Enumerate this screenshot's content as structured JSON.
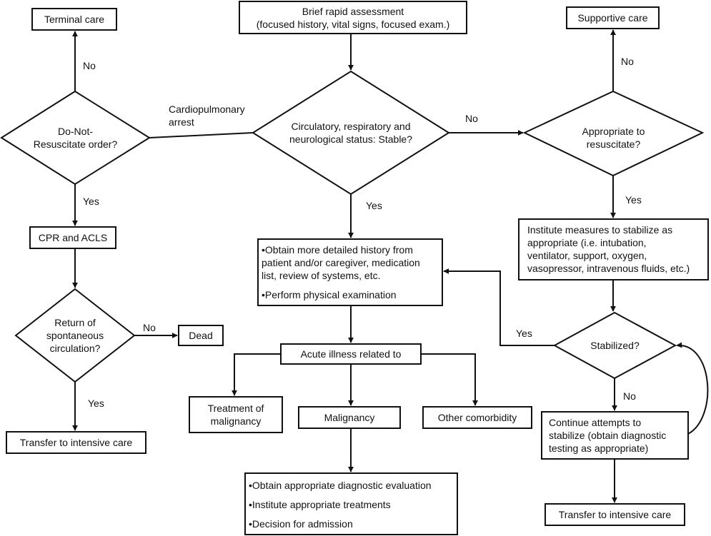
{
  "assessment": {
    "line1": "Brief rapid assessment",
    "line2": "(focused history, vital signs, focused exam.)"
  },
  "status_decision": {
    "line1": "Circulatory, respiratory and",
    "line2": "neurological status: Stable?"
  },
  "dnr_decision": {
    "line1": "Do-Not-",
    "line2": "Resuscitate order?"
  },
  "terminal_care": "Terminal care",
  "cpr_acls": "CPR and ACLS",
  "rosc_decision": {
    "line1": "Return of",
    "line2": "spontaneous",
    "line3": "circulation?"
  },
  "dead": "Dead",
  "transfer_left": "Transfer to intensive care",
  "cardiopulmonary_label": {
    "line1": "Cardiopulmonary",
    "line2": "arrest"
  },
  "resuscitate_decision": {
    "line1": "Appropriate to",
    "line2": "resuscitate?"
  },
  "supportive_care": "Supportive care",
  "stabilize_measures": {
    "line1": "Institute measures to stabilize as",
    "line2": "appropriate (i.e. intubation,",
    "line3": "ventilator, support, oxygen,",
    "line4": "vasopressor, intravenous fluids, etc.)"
  },
  "stabilized_decision": "Stabilized?",
  "continue_attempts": {
    "line1": "Continue attempts to",
    "line2": "stabilize (obtain diagnostic",
    "line3": "testing as appropriate)"
  },
  "transfer_right": "Transfer to intensive care",
  "history_box": {
    "bullet1_line1": "•Obtain more detailed history from",
    "bullet1_line2": "patient and/or caregiver, medication",
    "bullet1_line3": "list, review of systems, etc.",
    "bullet2": "•Perform physical examination"
  },
  "acute_illness": "Acute illness related to",
  "treatment_malignancy": {
    "line1": "Treatment of",
    "line2": "malignancy"
  },
  "malignancy": "Malignancy",
  "other_comorbidity": "Other comorbidity",
  "final_box": {
    "item1": "•Obtain appropriate diagnostic evaluation",
    "item2": "•Institute appropriate treatments",
    "item3": "•Decision for admission"
  },
  "edge_labels": {
    "no": "No",
    "yes": "Yes"
  }
}
